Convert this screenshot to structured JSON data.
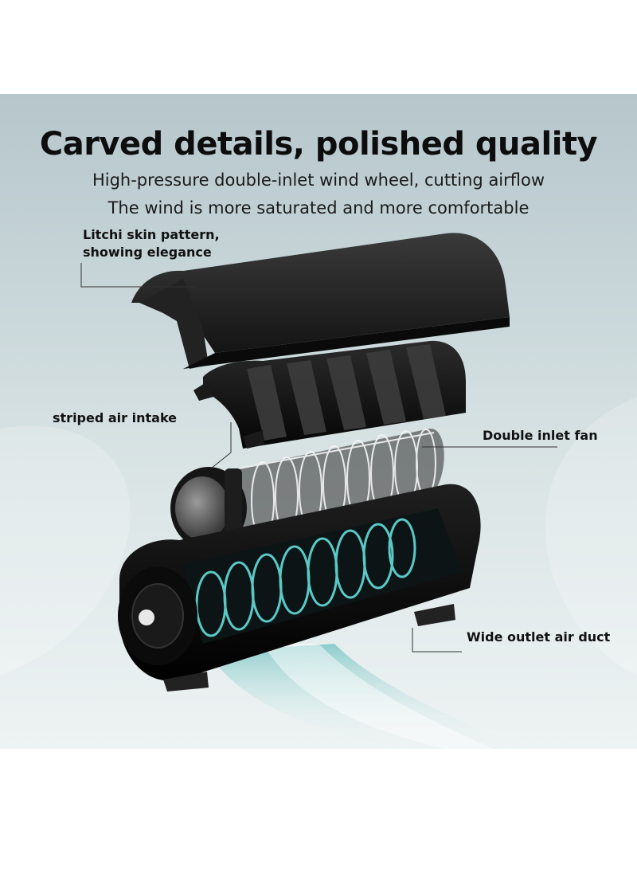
{
  "header": {
    "title": "Carved details, polished quality",
    "subtitle_line1": "High-pressure double-inlet wind wheel, cutting airflow",
    "subtitle_line2": "The wind is more saturated and more comfortable"
  },
  "callouts": {
    "litchi_line1": "Litchi skin pattern,",
    "litchi_line2": "showing elegance",
    "striped_intake": "striped air intake",
    "double_inlet_fan": "Double inlet fan",
    "wide_outlet": "Wide outlet air duct"
  },
  "colors": {
    "background": "#c8d6d9",
    "shell": "#1a1a1a",
    "airflow": "#5fd3cf",
    "text": "#111111"
  },
  "icons": {
    "airflow": "airflow-swirl-icon"
  }
}
